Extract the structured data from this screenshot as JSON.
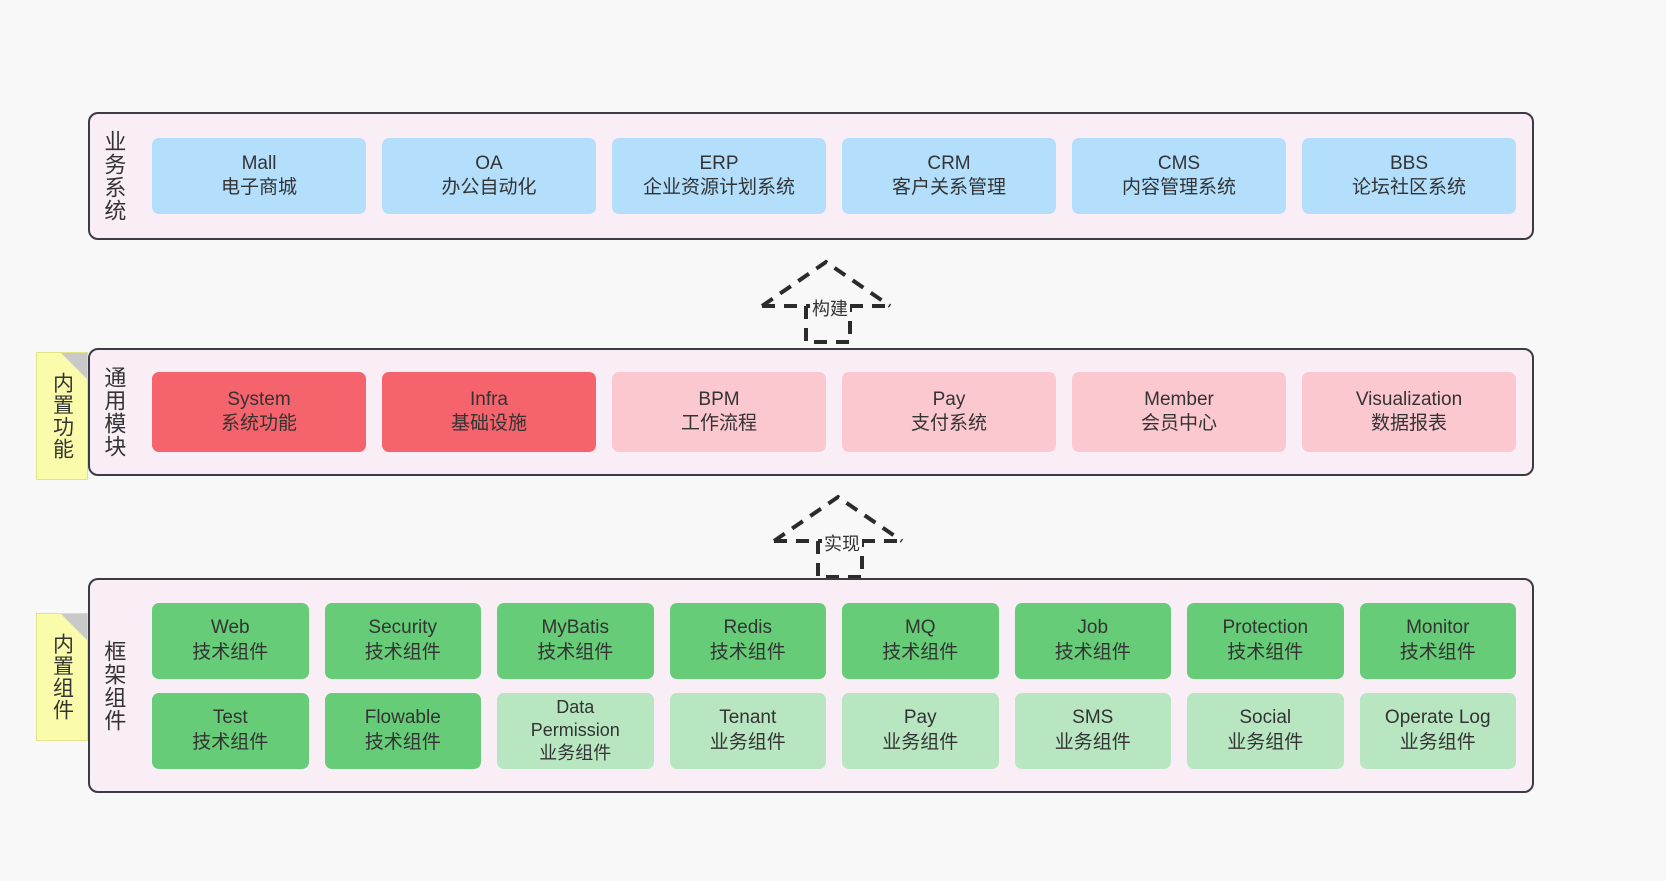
{
  "diagram": {
    "background": "#f8f8f8",
    "panel_fill": "#faeef6",
    "panel_border": "#3b3b45",
    "note_fill": "#fbfbac",
    "note_fold": "#c9c9c9",
    "colors": {
      "business": "#b3dffc",
      "module_strong": "#f5636c",
      "module_soft": "#fbc8d0",
      "frame_tech": "#66cc77",
      "frame_biz": "#b8e6c1"
    }
  },
  "layers": [
    {
      "id": "business",
      "title": "业务系统",
      "rows": [
        {
          "nodes": [
            {
              "en": "Mall",
              "cn": "电子商城",
              "color": "#b3dffc"
            },
            {
              "en": "OA",
              "cn": "办公自动化",
              "color": "#b3dffc"
            },
            {
              "en": "ERP",
              "cn": "企业资源计划系统",
              "color": "#b3dffc"
            },
            {
              "en": "CRM",
              "cn": "客户关系管理",
              "color": "#b3dffc"
            },
            {
              "en": "CMS",
              "cn": "内容管理系统",
              "color": "#b3dffc"
            },
            {
              "en": "BBS",
              "cn": "论坛社区系统",
              "color": "#b3dffc"
            }
          ]
        }
      ]
    },
    {
      "id": "module",
      "title": "通用模块",
      "note": "内置功能",
      "rows": [
        {
          "nodes": [
            {
              "en": "System",
              "cn": "系统功能",
              "color": "#f5636c"
            },
            {
              "en": "Infra",
              "cn": "基础设施",
              "color": "#f5636c"
            },
            {
              "en": "BPM",
              "cn": "工作流程",
              "color": "#fbc8d0"
            },
            {
              "en": "Pay",
              "cn": "支付系统",
              "color": "#fbc8d0"
            },
            {
              "en": "Member",
              "cn": "会员中心",
              "color": "#fbc8d0"
            },
            {
              "en": "Visualization",
              "cn": "数据报表",
              "color": "#fbc8d0"
            }
          ]
        }
      ]
    },
    {
      "id": "frame",
      "title": "框架组件",
      "note": "内置组件",
      "rows": [
        {
          "nodes": [
            {
              "en": "Web",
              "cn": "技术组件",
              "color": "#66cc77"
            },
            {
              "en": "Security",
              "cn": "技术组件",
              "color": "#66cc77"
            },
            {
              "en": "MyBatis",
              "cn": "技术组件",
              "color": "#66cc77"
            },
            {
              "en": "Redis",
              "cn": "技术组件",
              "color": "#66cc77"
            },
            {
              "en": "MQ",
              "cn": "技术组件",
              "color": "#66cc77"
            },
            {
              "en": "Job",
              "cn": "技术组件",
              "color": "#66cc77"
            },
            {
              "en": "Protection",
              "cn": "技术组件",
              "color": "#66cc77"
            },
            {
              "en": "Monitor",
              "cn": "技术组件",
              "color": "#66cc77"
            }
          ]
        },
        {
          "nodes": [
            {
              "en": "Test",
              "cn": "技术组件",
              "color": "#66cc77"
            },
            {
              "en": "Flowable",
              "cn": "技术组件",
              "color": "#66cc77"
            },
            {
              "en": "Data Permission",
              "cn": "业务组件",
              "color": "#b8e6c1"
            },
            {
              "en": "Tenant",
              "cn": "业务组件",
              "color": "#b8e6c1"
            },
            {
              "en": "Pay",
              "cn": "业务组件",
              "color": "#b8e6c1"
            },
            {
              "en": "SMS",
              "cn": "业务组件",
              "color": "#b8e6c1"
            },
            {
              "en": "Social",
              "cn": "业务组件",
              "color": "#b8e6c1"
            },
            {
              "en": "Operate Log",
              "cn": "业务组件",
              "color": "#b8e6c1"
            }
          ]
        }
      ]
    }
  ],
  "connectors": [
    {
      "id": "build",
      "label": "构建"
    },
    {
      "id": "implement",
      "label": "实现"
    }
  ]
}
